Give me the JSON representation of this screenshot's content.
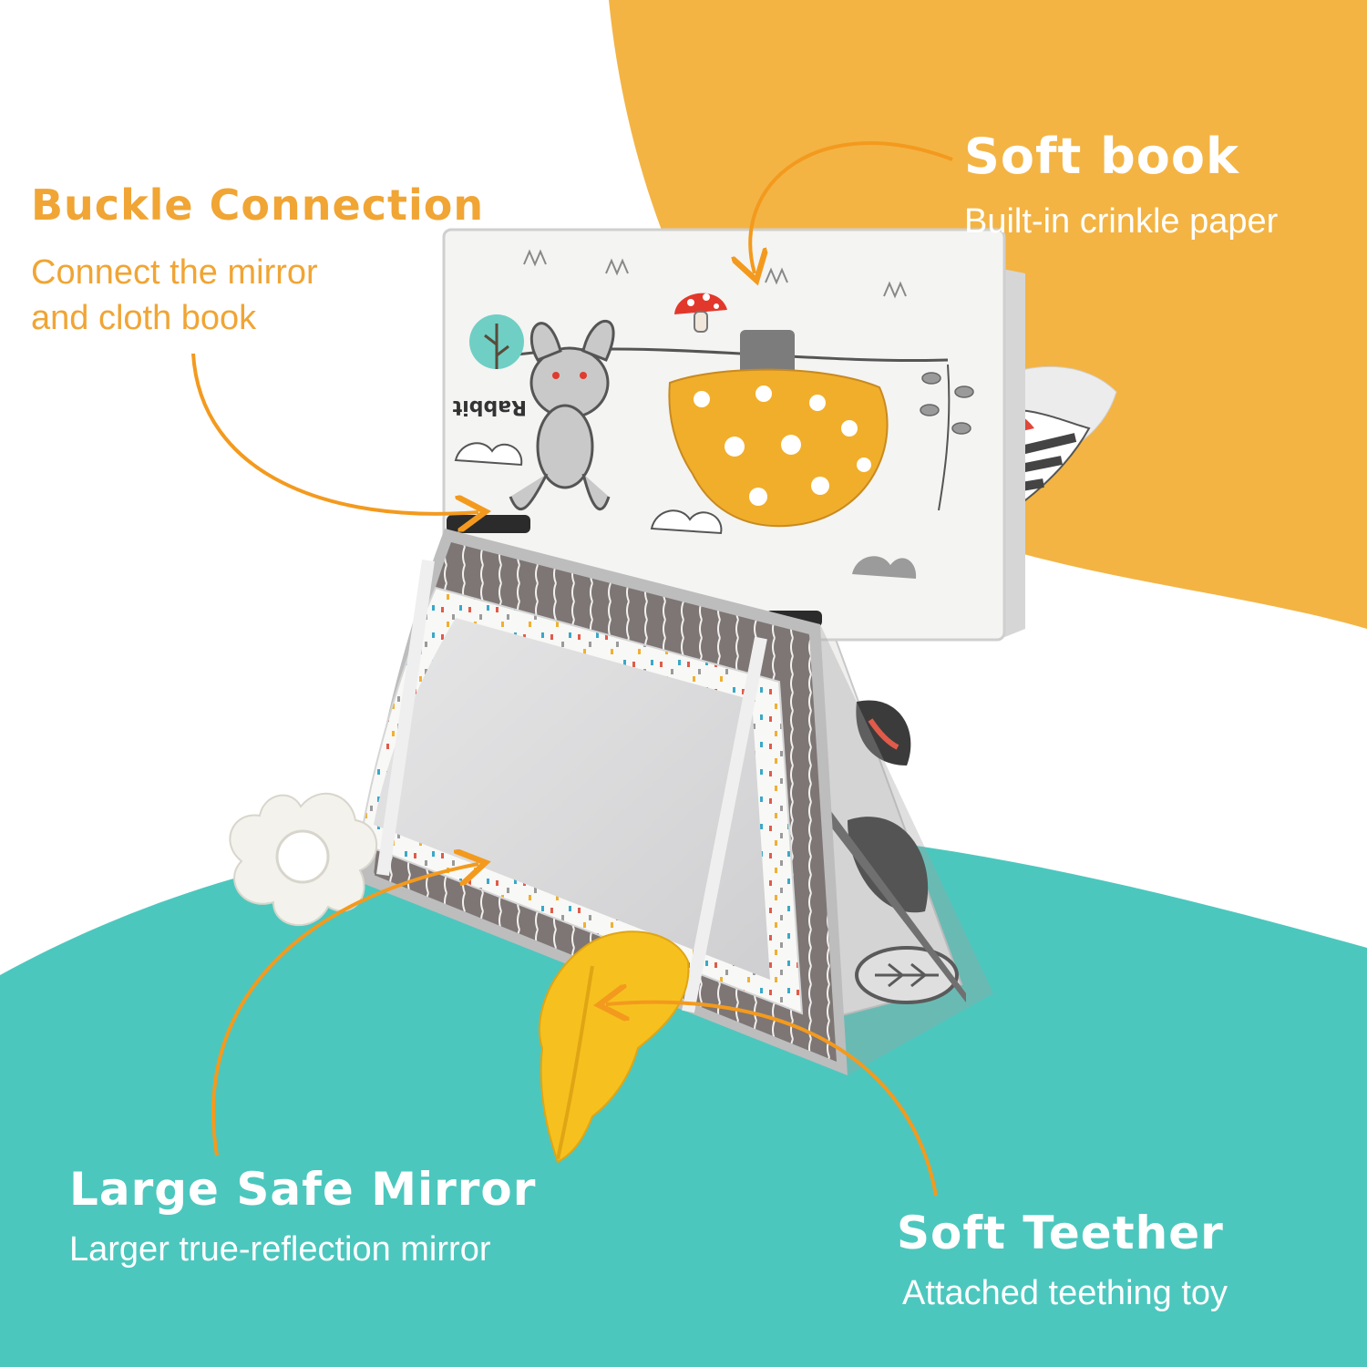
{
  "colors": {
    "orange_accent": "#f0a534",
    "orange_blob": "#f3b444",
    "teal_blob": "#4cc7be",
    "white_text": "#ffffff",
    "mirror_silver": "#d9d9da",
    "stripe_gray": "#7d7675",
    "teether_yellow": "#f6c11f"
  },
  "callouts": {
    "buckle": {
      "title": "Buckle Connection",
      "line1": "Connect the mirror",
      "line2": "and cloth book"
    },
    "book": {
      "title": "Soft book",
      "subtitle": "Built-in crinkle paper"
    },
    "mirror": {
      "title": "Large Safe Mirror",
      "subtitle": "Larger true-reflection mirror"
    },
    "teether": {
      "title": "Soft Teether",
      "subtitle": "Attached teething toy"
    }
  },
  "product": {
    "book_label": "Rabbit",
    "icons": [
      "mushroom-icon",
      "rabbit-icon",
      "leaf-teether-icon",
      "flower-teether-icon",
      "cloud-icon",
      "buckle-clip-icon"
    ]
  }
}
